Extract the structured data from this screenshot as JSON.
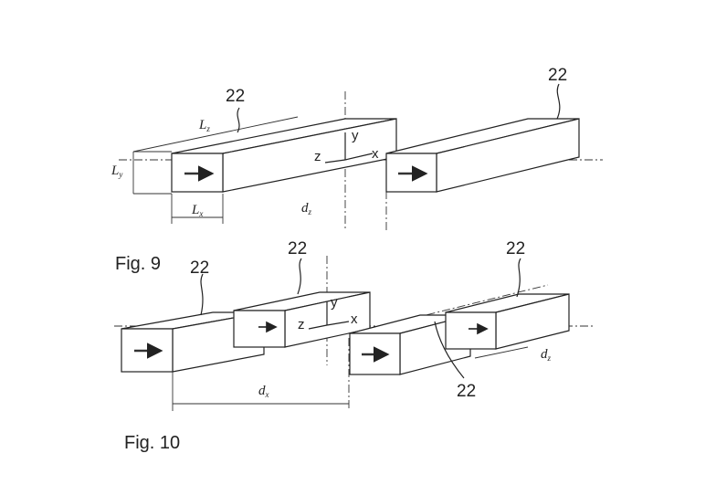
{
  "fig9": {
    "caption": "Fig. 9",
    "ref_left": "22",
    "ref_right": "22",
    "label_lz": "L",
    "label_lz_sub": "z",
    "label_ly": "L",
    "label_ly_sub": "y",
    "label_lx": "L",
    "label_lx_sub": "x",
    "label_dz": "d",
    "label_dz_sub": "z",
    "axis_x": "x",
    "axis_y": "y",
    "axis_z": "z"
  },
  "fig10": {
    "caption": "Fig. 10",
    "ref_a": "22",
    "ref_b": "22",
    "ref_c": "22",
    "ref_d": "22",
    "label_dx": "d",
    "label_dx_sub": "x",
    "label_dz": "d",
    "label_dz_sub": "z",
    "axis_x": "x",
    "axis_y": "y",
    "axis_z": "z"
  }
}
